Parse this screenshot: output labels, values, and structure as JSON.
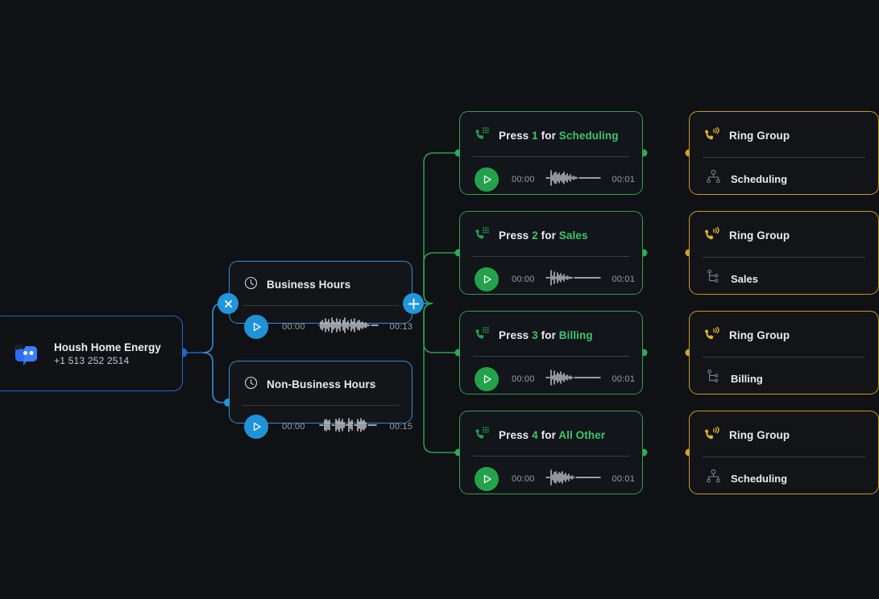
{
  "colors": {
    "background": "#101114",
    "blue_accent": "#2092d8",
    "blue_origin_border": "#2563d6",
    "green_accent": "#3fc46a",
    "green_border": "#2f9e52",
    "amber_border": "#c99a22",
    "amber_icon": "#e0b030",
    "text_primary": "#e9eaee",
    "text_muted": "#9a9da4"
  },
  "origin": {
    "name": "Housh Home Energy",
    "phone": "+1 513 252 2514",
    "logo_icon": "chat-bubble-mascot-icon"
  },
  "controls": {
    "close_label": "close-branch",
    "add_label": "add-branch"
  },
  "hours_nodes": [
    {
      "id": "business-hours",
      "icon": "clock-icon",
      "title": "Business Hours",
      "play_icon": "play-icon",
      "time_start": "00:00",
      "time_end": "00:13",
      "waveform": "audio-waveform"
    },
    {
      "id": "non-business-hours",
      "icon": "clock-icon",
      "title": "Non-Business Hours",
      "play_icon": "play-icon",
      "time_start": "00:00",
      "time_end": "00:15",
      "waveform": "audio-waveform"
    }
  ],
  "ivr_nodes": [
    {
      "id": "ivr-1",
      "icon": "phone-keypad-icon",
      "press_word": "Press",
      "digit": "1",
      "for_word": "for",
      "destination": "Scheduling",
      "play_icon": "play-icon",
      "time_start": "00:00",
      "time_end": "00:01"
    },
    {
      "id": "ivr-2",
      "icon": "phone-keypad-icon",
      "press_word": "Press",
      "digit": "2",
      "for_word": "for",
      "destination": "Sales",
      "play_icon": "play-icon",
      "time_start": "00:00",
      "time_end": "00:01"
    },
    {
      "id": "ivr-3",
      "icon": "phone-keypad-icon",
      "press_word": "Press",
      "digit": "3",
      "for_word": "for",
      "destination": "Billing",
      "play_icon": "play-icon",
      "time_start": "00:00",
      "time_end": "00:01"
    },
    {
      "id": "ivr-4",
      "icon": "phone-keypad-icon",
      "press_word": "Press",
      "digit": "4",
      "for_word": "for",
      "destination": "All Other",
      "play_icon": "play-icon",
      "time_start": "00:00",
      "time_end": "00:01"
    }
  ],
  "ring_groups": [
    {
      "id": "rg-1",
      "icon": "ringing-phone-icon",
      "title": "Ring Group",
      "member_icon": "org-chart-icon",
      "member": "Scheduling"
    },
    {
      "id": "rg-2",
      "icon": "ringing-phone-icon",
      "title": "Ring Group",
      "member_icon": "tree-branch-icon",
      "member": "Sales"
    },
    {
      "id": "rg-3",
      "icon": "ringing-phone-icon",
      "title": "Ring Group",
      "member_icon": "tree-branch-icon",
      "member": "Billing"
    },
    {
      "id": "rg-4",
      "icon": "ringing-phone-icon",
      "title": "Ring Group",
      "member_icon": "org-chart-icon",
      "member": "Scheduling"
    }
  ]
}
